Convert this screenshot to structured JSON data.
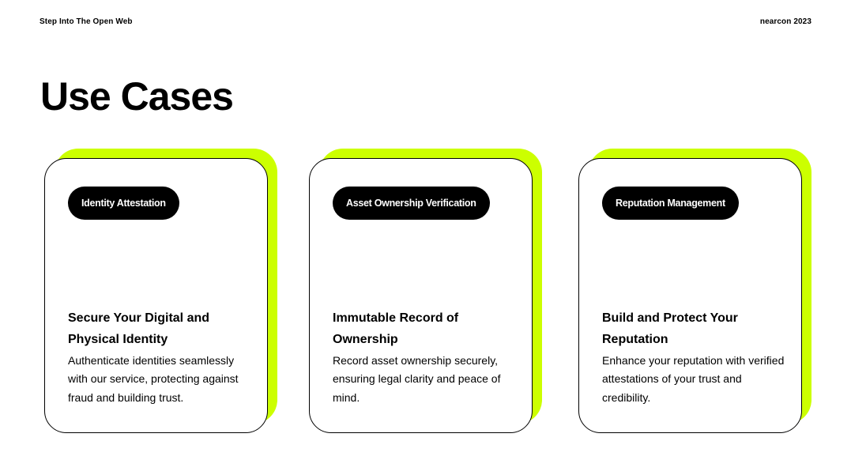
{
  "header": {
    "left_text": "Step Into The Open Web",
    "right_text": "nearcon 2023"
  },
  "title": "Use Cases",
  "accent_color": "#ccff00",
  "cards": [
    {
      "tag": "Identity Attestation",
      "heading": "Secure Your Digital and Physical Identity",
      "description": "Authenticate identities seamlessly with our service, protecting against fraud and building trust."
    },
    {
      "tag": "Asset Ownership Verification",
      "heading": "Immutable Record of Ownership",
      "description": "Record asset ownership securely, ensuring legal clarity and peace of mind."
    },
    {
      "tag": "Reputation Management",
      "heading": "Build and Protect Your Reputation",
      "description": "Enhance your reputation with verified attestations of your trust and credibility."
    }
  ]
}
